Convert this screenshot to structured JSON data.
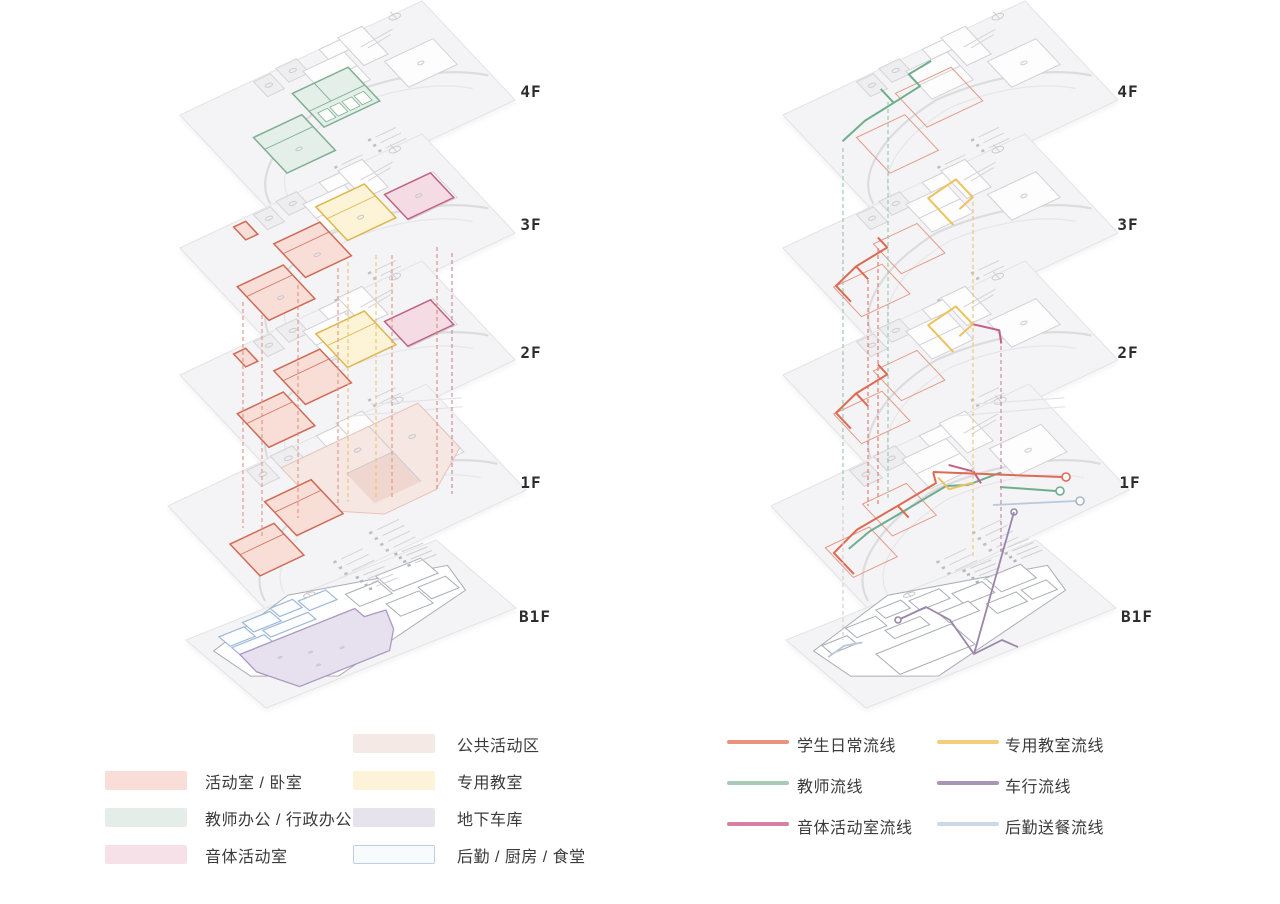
{
  "left_stack": {
    "floors": [
      {
        "label": "4F"
      },
      {
        "label": "3F"
      },
      {
        "label": "2F"
      },
      {
        "label": "1F"
      },
      {
        "label": "B1F"
      }
    ]
  },
  "right_stack": {
    "floors": [
      {
        "label": "4F"
      },
      {
        "label": "3F"
      },
      {
        "label": "2F"
      },
      {
        "label": "1F"
      },
      {
        "label": "B1F"
      }
    ]
  },
  "program_legend": {
    "items": [
      {
        "label": "公共活动区",
        "color": "#f5e9e6"
      },
      {
        "label": "活动室 / 卧室",
        "color": "#f9ded8"
      },
      {
        "label": "专用教室",
        "color": "#fdf3d9"
      },
      {
        "label": "教师办公 / 行政办公",
        "color": "#e4ede7"
      },
      {
        "label": "地下车库",
        "color": "#e7e3ed"
      },
      {
        "label": "音体活动室",
        "color": "#f7e1e8"
      },
      {
        "label": "后勤 / 厨房 / 食堂",
        "color": "#f8fbfe",
        "border": "#bfd0e6"
      }
    ]
  },
  "circulation_legend": {
    "items": [
      {
        "label": "学生日常流线",
        "color": "#e8937e"
      },
      {
        "label": "专用教室流线",
        "color": "#f3cf7d"
      },
      {
        "label": "教师流线",
        "color": "#a6cab5"
      },
      {
        "label": "车行流线",
        "color": "#a795b2"
      },
      {
        "label": "音体活动室流线",
        "color": "#d8809f"
      },
      {
        "label": "后勤送餐流线",
        "color": "#ccd8e6"
      }
    ]
  },
  "zone_colors": {
    "activity_room_fill": "#f8ded7",
    "activity_room_stroke": "#cf6a55",
    "special_classroom_fill": "#fdf3d6",
    "special_classroom_stroke": "#dfb54f",
    "teacher_office_fill": "#e3efe8",
    "teacher_office_stroke": "#7fae92",
    "music_pe_fill": "#f5dbe4",
    "music_pe_stroke": "#c06383",
    "public_zone_fill": "#f6e7e3",
    "garage_fill": "#e7e0ee",
    "kitchen_stroke": "#9fb8d8"
  },
  "route_colors": {
    "student": "#dd6a52",
    "special_classroom": "#eec25e",
    "teacher": "#6fae8d",
    "vehicle": "#9a86ab",
    "music_pe": "#c2608a",
    "logistics": "#b9c9dd"
  }
}
